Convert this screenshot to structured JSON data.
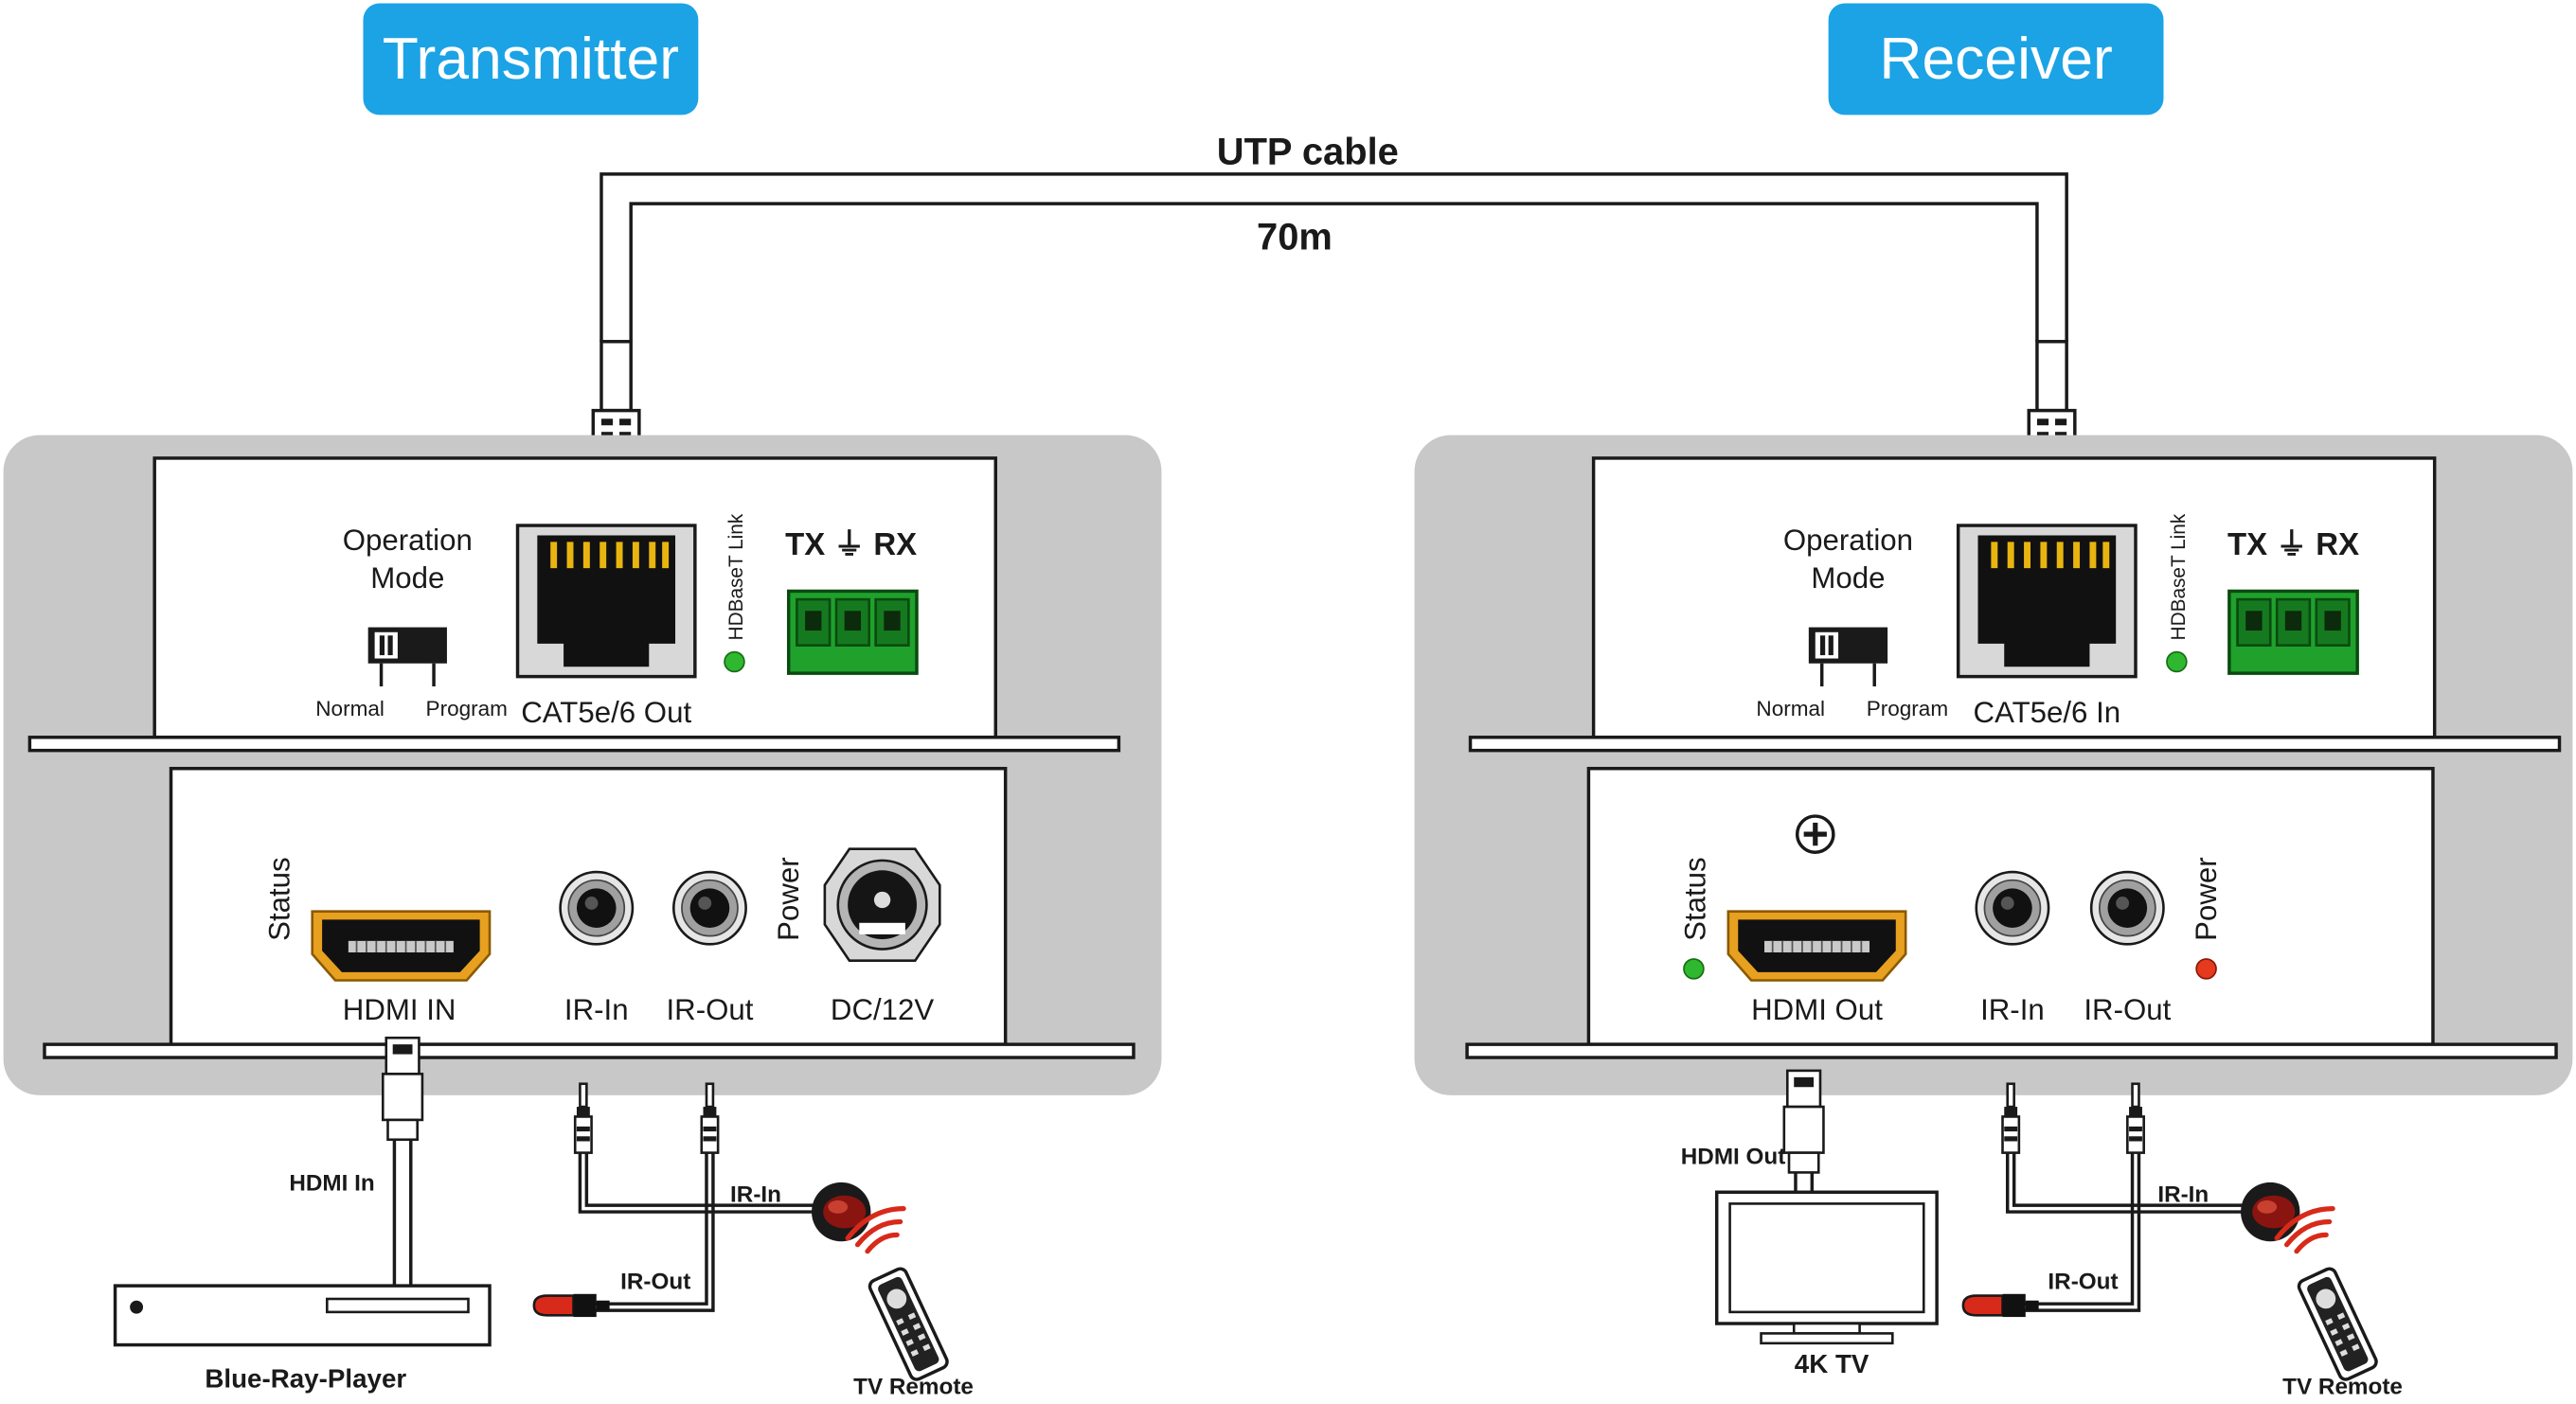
{
  "colors": {
    "badge": "#1ba3e5",
    "chassis": "#c8c8c8",
    "terminal_green": "#1fa12c",
    "led_green": "#2fb82f",
    "led_red": "#e53a1e",
    "hdmi_gold": "#e8a020"
  },
  "header": {
    "transmitter": "Transmitter",
    "receiver": "Receiver"
  },
  "cable": {
    "label": "UTP cable",
    "length": "70m"
  },
  "transmitter": {
    "operation_mode": [
      "Operation",
      "Mode"
    ],
    "switch_normal": "Normal",
    "switch_program": "Program",
    "port_label": "CAT5e/6 Out",
    "link_led_label": "HDBaseT Link",
    "terminal_label": "TX ⏚ RX",
    "status_label": "Status",
    "hdmi_label": "HDMI IN",
    "ir_in_label": "IR-In",
    "ir_out_label": "IR-Out",
    "power_label": "Power",
    "dc_label": "DC/12V",
    "hdmi_cable_label": "HDMI In",
    "source_device": "Blue-Ray-Player",
    "ir_in_cable": "IR-In",
    "ir_out_cable": "IR-Out",
    "remote_label": "TV Remote"
  },
  "receiver": {
    "operation_mode": [
      "Operation",
      "Mode"
    ],
    "switch_normal": "Normal",
    "switch_program": "Program",
    "port_label": "CAT5e/6 In",
    "link_led_label": "HDBaseT Link",
    "terminal_label": "TX ⏚ RX",
    "status_label": "Status",
    "hdmi_label": "HDMI Out",
    "ir_in_label": "IR-In",
    "ir_out_label": "IR-Out",
    "power_label": "Power",
    "hdmi_cable_label": "HDMI Out",
    "display_device": "4K TV",
    "ir_in_cable": "IR-In",
    "ir_out_cable": "IR-Out",
    "remote_label": "TV Remote"
  }
}
